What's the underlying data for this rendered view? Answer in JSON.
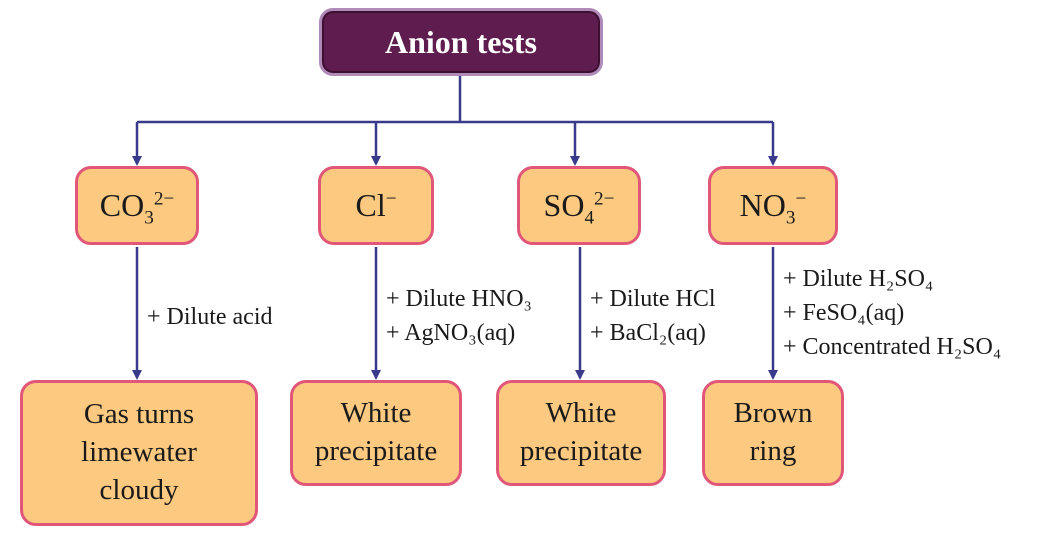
{
  "title": "Anion tests",
  "anions": [
    {
      "base": "CO",
      "sub": "3",
      "sup": "2−"
    },
    {
      "base": "Cl",
      "sub": "",
      "sup": "−"
    },
    {
      "base": "SO",
      "sub": "4",
      "sup": "2−"
    },
    {
      "base": "NO",
      "sub": "3",
      "sup": "−"
    }
  ],
  "reagents": [
    [
      "+ Dilute acid"
    ],
    [
      "+ Dilute HNO₃",
      "+ AgNO₃(aq)"
    ],
    [
      "+ Dilute HCl",
      "+ BaCl₂(aq)"
    ],
    [
      "+ Dilute H₂SO₄",
      "+ FeSO₄(aq)",
      "+ Concentrated H₂SO₄"
    ]
  ],
  "results": [
    [
      "Gas turns",
      "limewater",
      "cloudy"
    ],
    [
      "White",
      "precipitate"
    ],
    [
      "White",
      "precipitate"
    ],
    [
      "Brown",
      "ring"
    ]
  ],
  "colors": {
    "title_bg": "#5e1d4e",
    "box_fill": "#fcc980",
    "box_border": "#e0577a",
    "arrow": "#3a3a8c"
  }
}
